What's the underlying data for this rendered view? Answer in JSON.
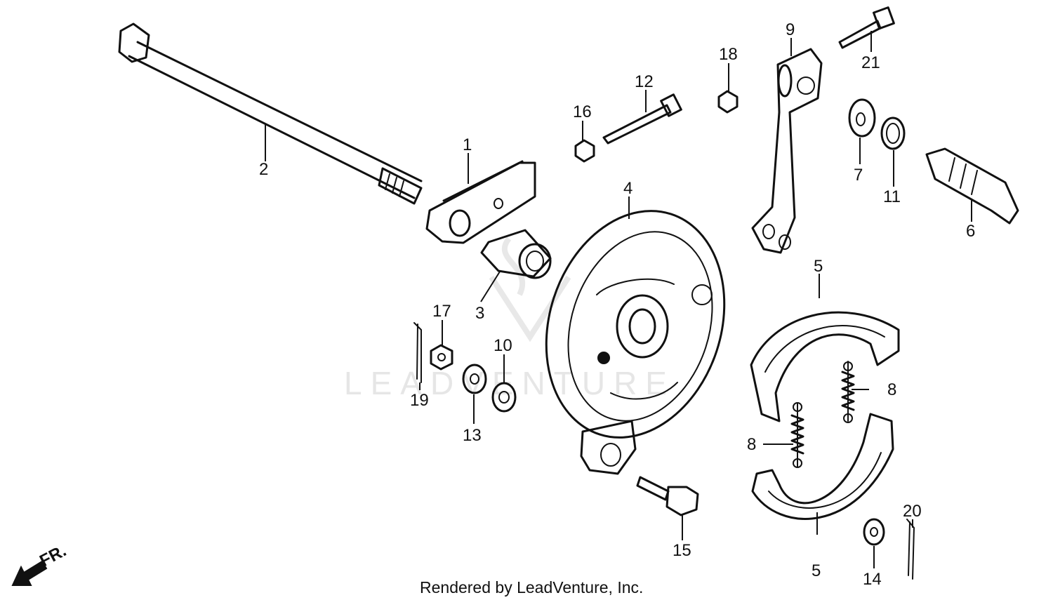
{
  "callouts": {
    "c1": "1",
    "c2": "2",
    "c3": "3",
    "c4": "4",
    "c5a": "5",
    "c5b": "5",
    "c6": "6",
    "c7": "7",
    "c8a": "8",
    "c8b": "8",
    "c9": "9",
    "c10": "10",
    "c11": "11",
    "c12": "12",
    "c13": "13",
    "c14": "14",
    "c15": "15",
    "c16": "16",
    "c17": "17",
    "c18": "18",
    "c19": "19",
    "c20": "20",
    "c21": "21"
  },
  "direction_label": "FR.",
  "watermark": "LEADVENTURE",
  "footer": "Rendered by LeadVenture, Inc."
}
